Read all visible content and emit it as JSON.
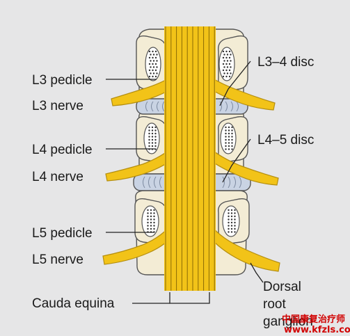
{
  "labels": {
    "l3_pedicle": "L3 pedicle",
    "l3_nerve": "L3 nerve",
    "l4_pedicle": "L4 pedicle",
    "l4_nerve": "L4 nerve",
    "l5_pedicle": "L5 pedicle",
    "l5_nerve": "L5 nerve",
    "cauda_equina": "Cauda equina",
    "l3_4_disc": "L3–4 disc",
    "l4_5_disc": "L4–5 disc",
    "dorsal_root_ganglion": [
      "Dorsal",
      "root",
      "ganglion"
    ]
  },
  "watermark": {
    "line1": "中国康复治疗师",
    "line2": "www.kfzls.com"
  },
  "colors": {
    "background": "#e6e6e7",
    "bone": "#f3ecd5",
    "nerve": "#f2c318",
    "nerve_outline": "#b48e10",
    "disc": "#c9d3e3",
    "outline": "#555555"
  }
}
